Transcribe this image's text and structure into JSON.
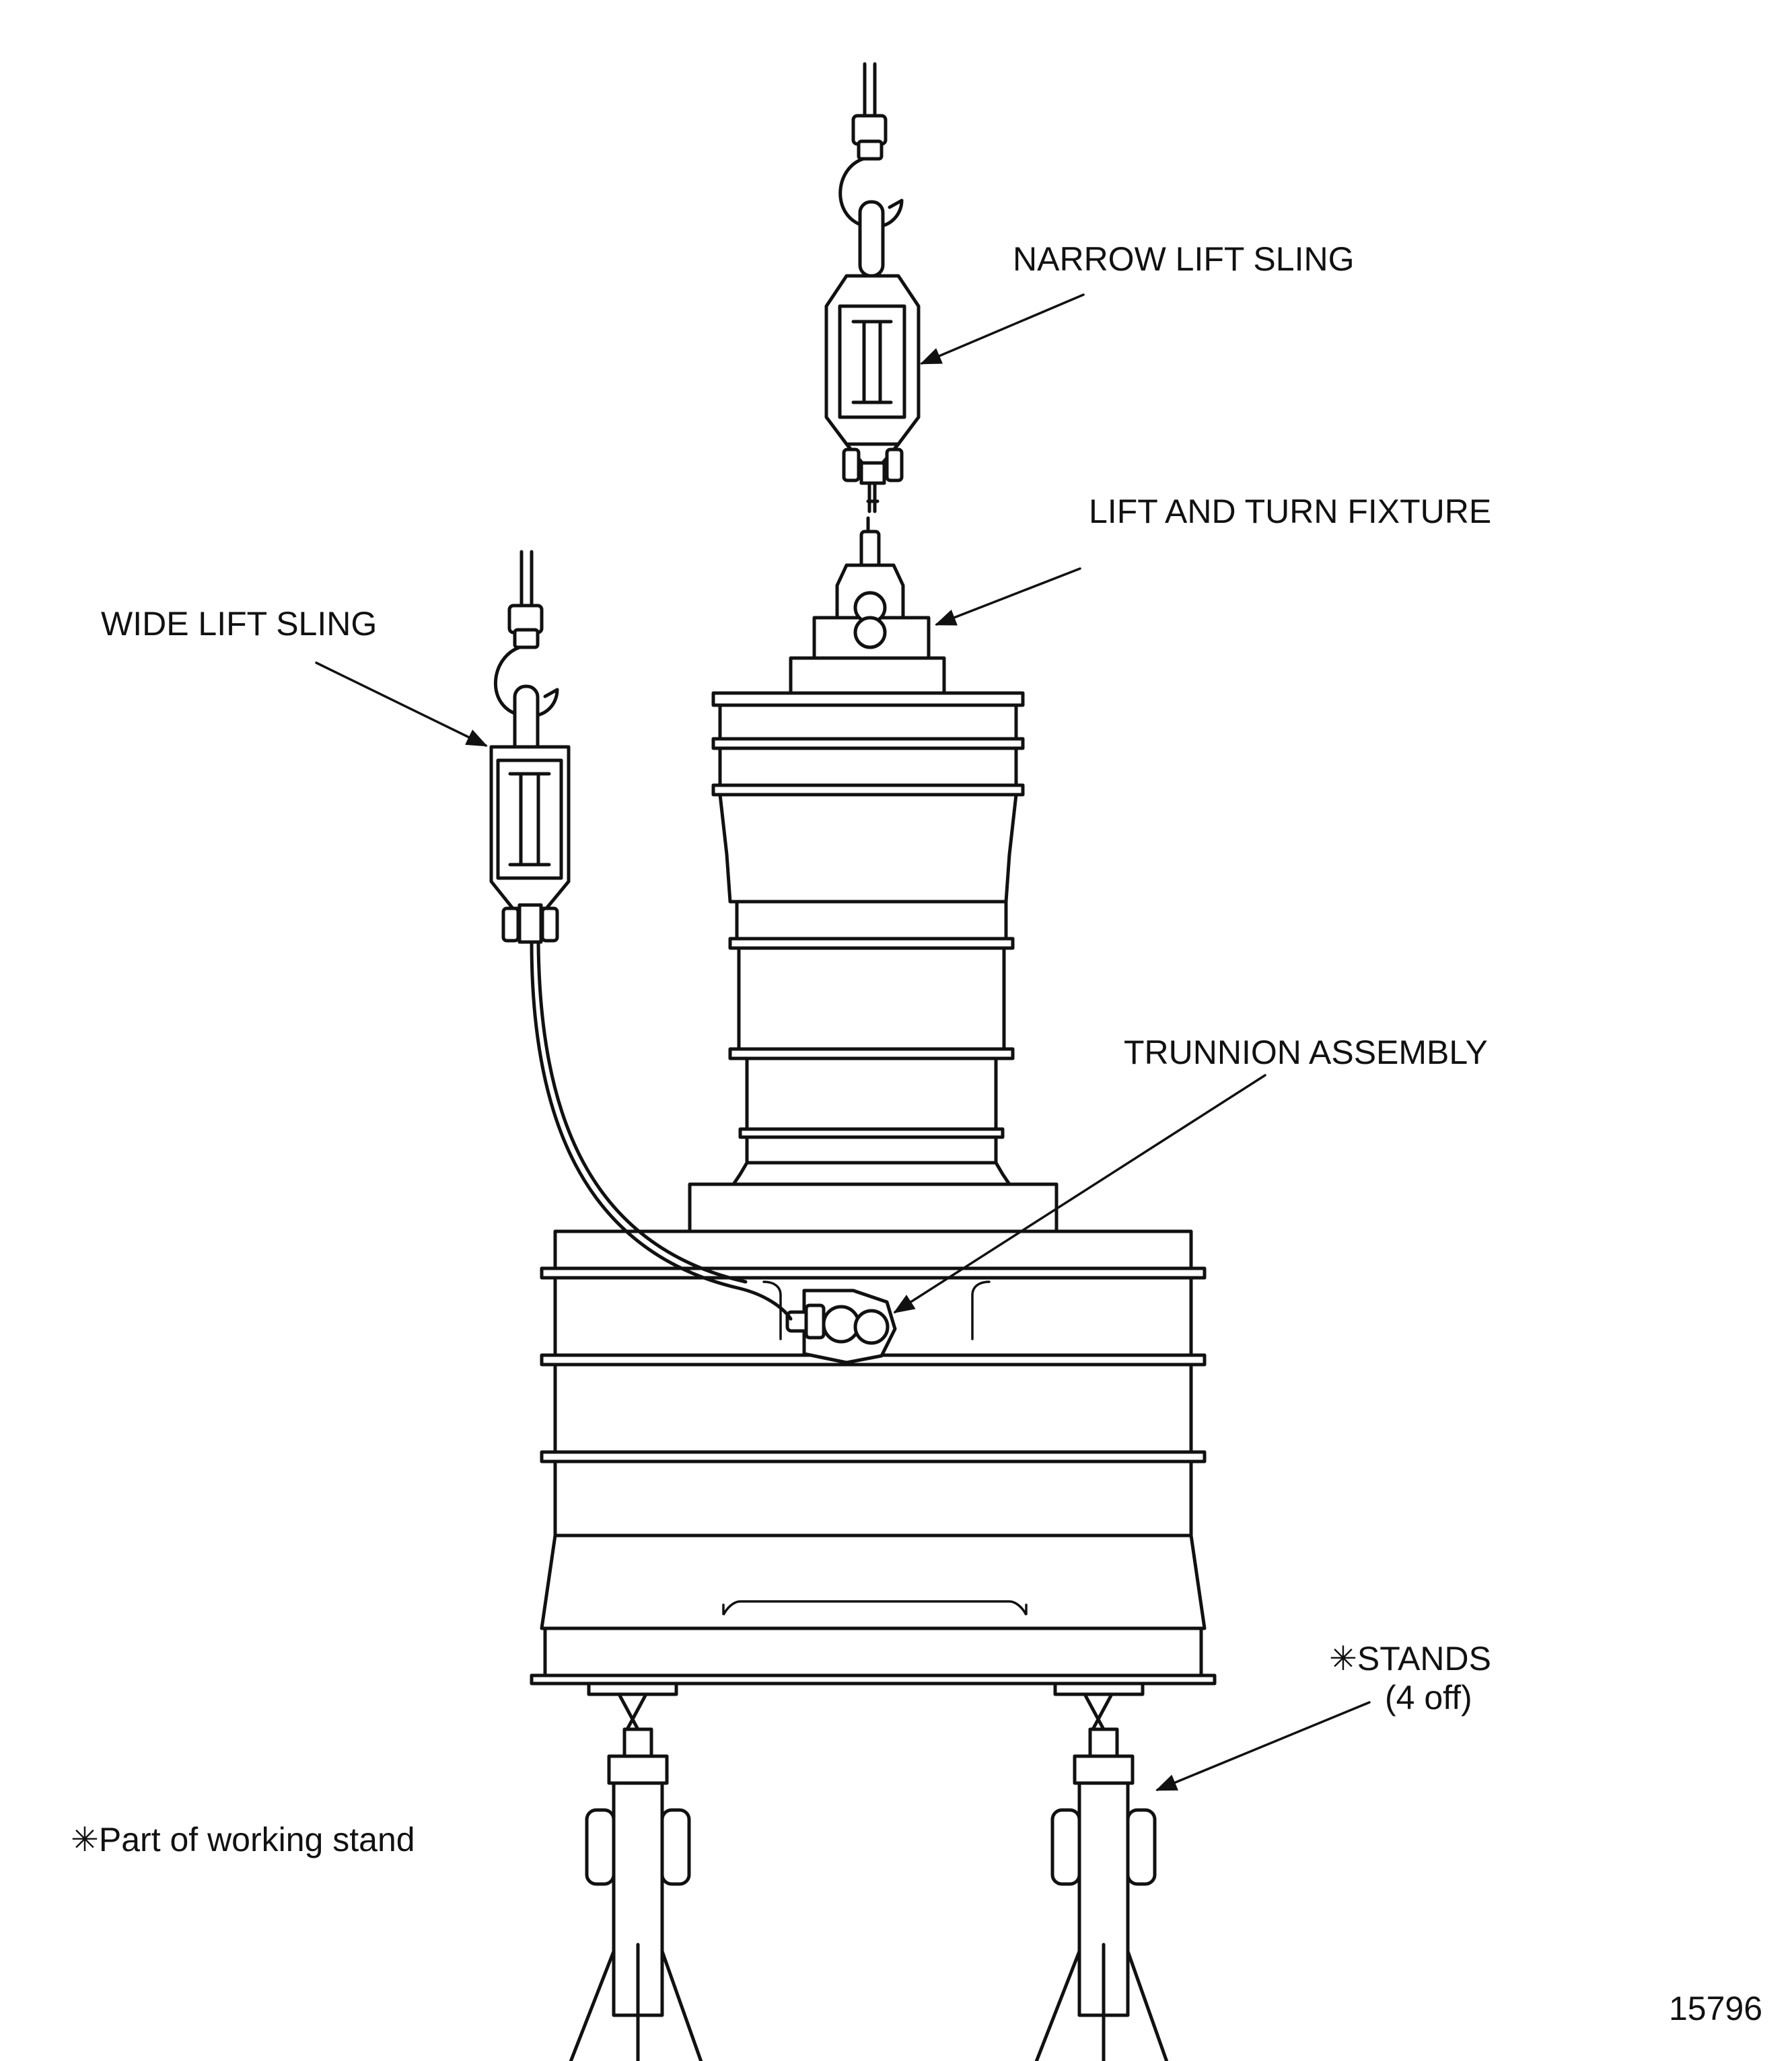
{
  "labels": {
    "narrow_lift_sling": "NARROW LIFT SLING",
    "lift_and_turn_fixture": "LIFT AND TURN FIXTURE",
    "wide_lift_sling": "WIDE LIFT SLING",
    "trunnion_assembly": "TRUNNION ASSEMBLY",
    "stands_line1": "✳STANDS",
    "stands_line2": "(4 off)",
    "footnote": "✳Part of working stand",
    "figure_number": "15796"
  },
  "colors": {
    "ink": "#111111",
    "background": "#ffffff"
  }
}
